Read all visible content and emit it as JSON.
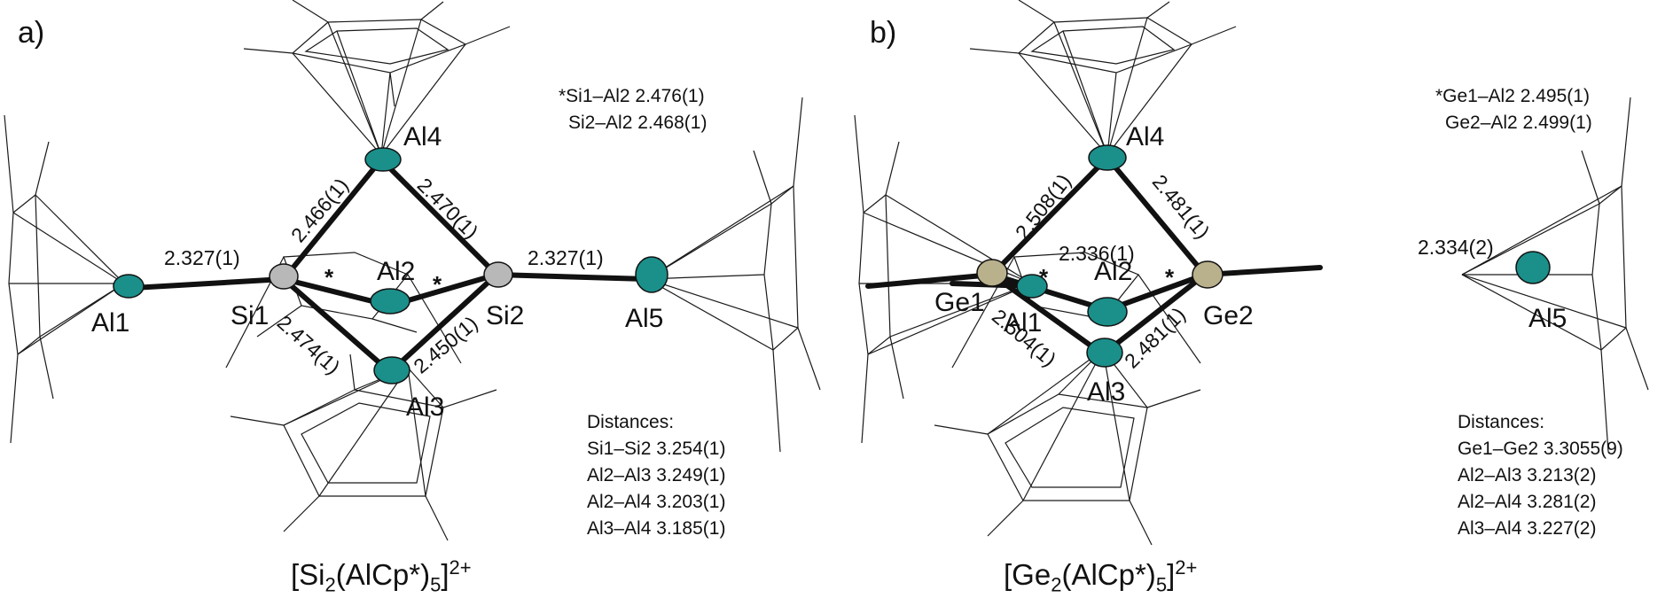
{
  "colors": {
    "aluminium": "#1b8f8a",
    "silicon": "#b8b8b8",
    "germanium": "#b9b08c",
    "bond": "#111111",
    "ligand": "#1a1a1a"
  },
  "panels": [
    {
      "letter": "a)",
      "atoms": {
        "al1": "Al1",
        "al2": "Al2",
        "al3": "Al3",
        "al4": "Al4",
        "al5": "Al5",
        "e1": "Si1",
        "e2": "Si2"
      },
      "bonds": {
        "e1_al1": "2.327(1)",
        "e1_al4": "2.466(1)",
        "e2_al4": "2.470(1)",
        "e2_al5": "2.327(1)",
        "e1_al3": "2.474(1)",
        "e2_al3": "2.450(1)"
      },
      "star": "*",
      "star_notes": [
        "*Si1–Al2 2.476(1)",
        "Si2–Al2 2.468(1)"
      ],
      "distances_title": "Distances:",
      "distances": [
        "Si1–Si2 3.254(1)",
        "Al2–Al3 3.249(1)",
        "Al2–Al4 3.203(1)",
        "Al3–Al4 3.185(1)"
      ],
      "formula": {
        "open": "[Si",
        "sub": "2",
        "mid": "(AlCp*)",
        "sub2": "5",
        "close": "]",
        "sup": "2+"
      }
    },
    {
      "letter": "b)",
      "atoms": {
        "al1": "Al1",
        "al2": "Al2",
        "al3": "Al3",
        "al4": "Al4",
        "al5": "Al5",
        "e1": "Ge1",
        "e2": "Ge2"
      },
      "bonds": {
        "e1_al1": "2.336(1)",
        "e1_al4": "2.508(1)",
        "e2_al4": "2.481(1)",
        "e2_al5": "2.334(2)",
        "e1_al3": "2.504(1)",
        "e2_al3": "2.481(1)"
      },
      "star": "*",
      "star_notes": [
        "*Ge1–Al2 2.495(1)",
        "Ge2–Al2 2.499(1)"
      ],
      "distances_title": "Distances:",
      "distances": [
        "Ge1–Ge2 3.3055(9)",
        "Al2–Al3 3.213(2)",
        "Al2–Al4 3.281(2)",
        "Al3–Al4 3.227(2)"
      ],
      "formula": {
        "open": "[Ge",
        "sub": "2",
        "mid": "(AlCp*)",
        "sub2": "5",
        "close": "]",
        "sup": "2+"
      }
    }
  ]
}
